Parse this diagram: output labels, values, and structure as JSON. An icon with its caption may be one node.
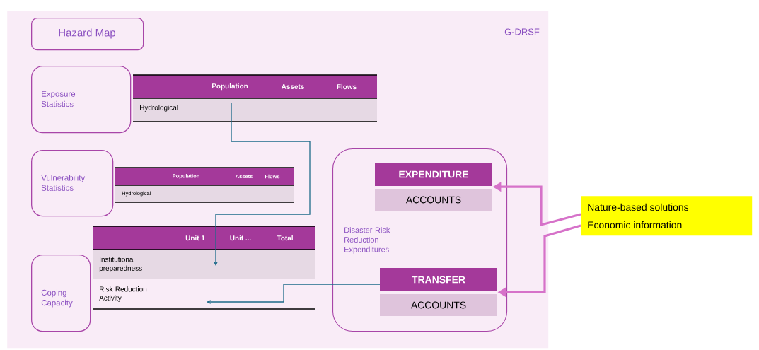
{
  "diagram": {
    "nodes": [
      {
        "text": [
          "G-DRSF"
        ]
      },
      {
        "text": [
          "Hazard Map"
        ],
        "in": 0
      },
      {
        "text": [
          "Exposure Statistics"
        ],
        "in": 0
      },
      {
        "text": [
          "Population",
          "Assets",
          "Flows",
          "Hydrological"
        ],
        "in": 0
      },
      {
        "text": [
          "Vulnerability Statistics"
        ],
        "in": 0
      },
      {
        "text": [
          "Population",
          "Assets",
          "Flows",
          "Hydrological"
        ],
        "in": 0
      },
      {
        "text": [
          "Coping Capacity"
        ],
        "in": 0
      },
      {
        "text": [
          "Unit 1",
          "Unit ...",
          "Total",
          "Institutional preparedness",
          "Risk Reduction Activity"
        ],
        "in": 0
      },
      {
        "text": [
          "Disaster Risk Reduction Expenditures"
        ],
        "in": 0
      },
      {
        "text": [
          "EXPENDITURE",
          "ACCOUNTS"
        ],
        "in": 8
      },
      {
        "text": [
          "TRANSFER",
          "ACCOUNTS"
        ],
        "in": 8
      },
      {
        "text": [
          "Nature-based solutions",
          "Economic information"
        ]
      }
    ],
    "edges": [
      {
        "from": 3,
        "to": 7,
        "arrow": "to",
        "color": "#1e6b8a"
      },
      {
        "from": 10,
        "to": 7,
        "arrow": "to",
        "color": "#1e6b8a"
      },
      {
        "from": 11,
        "to": 9,
        "arrow": "to",
        "style": "thick",
        "color": "#d672c9"
      },
      {
        "from": 11,
        "to": 10,
        "arrow": "to",
        "style": "thick",
        "color": "#d672c9"
      }
    ]
  }
}
